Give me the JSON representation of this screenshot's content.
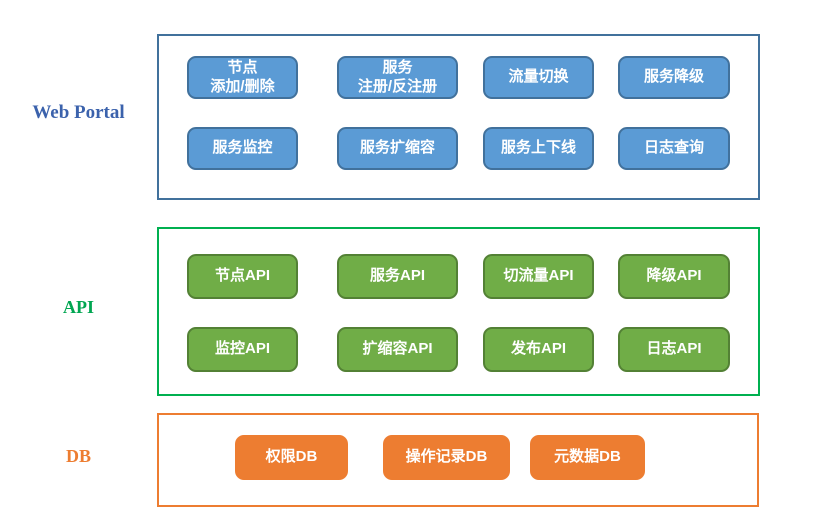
{
  "colors": {
    "web_portal_border": "#41719C",
    "api_border": "#00B050",
    "db_border": "#ED7D31",
    "blue_button_fill": "#5B9BD5",
    "blue_button_border": "#41719C",
    "green_button_fill": "#70AD47",
    "green_button_border": "#538135",
    "orange_button_fill": "#ED7D31",
    "web_portal_label_color": "#3B62AC",
    "api_label_color": "#00A651",
    "db_label_color": "#ED7D31"
  },
  "sections": [
    {
      "id": "web_portal",
      "label": "Web Portal",
      "buttons": [
        "节点\n添加/删除",
        "服务\n注册/反注册",
        "流量切换",
        "服务降级",
        "服务监控",
        "服务扩缩容",
        "服务上下线",
        "日志查询"
      ]
    },
    {
      "id": "api",
      "label": "API",
      "buttons": [
        "节点API",
        "服务API",
        "切流量API",
        "降级API",
        "监控API",
        "扩缩容API",
        "发布API",
        "日志API"
      ]
    },
    {
      "id": "db",
      "label": "DB",
      "buttons": [
        "权限DB",
        "操作记录DB",
        "元数据DB"
      ]
    }
  ]
}
